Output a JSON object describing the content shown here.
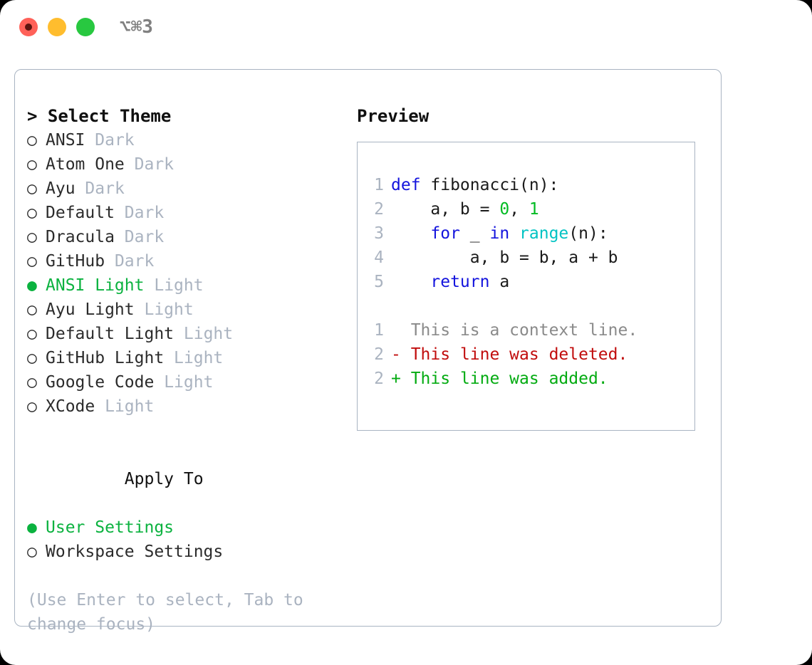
{
  "titlebar": {
    "shortcut": "⌥⌘3",
    "buttons": [
      "close",
      "minimize",
      "maximize"
    ]
  },
  "theme_list": {
    "title": "> Select Theme",
    "options": [
      {
        "bullet": "○",
        "name": "ANSI",
        "kind": "Dark",
        "selected": false
      },
      {
        "bullet": "○",
        "name": "Atom One",
        "kind": "Dark",
        "selected": false
      },
      {
        "bullet": "○",
        "name": "Ayu",
        "kind": "Dark",
        "selected": false
      },
      {
        "bullet": "○",
        "name": "Default",
        "kind": "Dark",
        "selected": false
      },
      {
        "bullet": "○",
        "name": "Dracula",
        "kind": "Dark",
        "selected": false
      },
      {
        "bullet": "○",
        "name": "GitHub",
        "kind": "Dark",
        "selected": false
      },
      {
        "bullet": "●",
        "name": "ANSI Light",
        "kind": "Light",
        "selected": true
      },
      {
        "bullet": "○",
        "name": "Ayu Light",
        "kind": "Light",
        "selected": false
      },
      {
        "bullet": "○",
        "name": "Default Light",
        "kind": "Light",
        "selected": false
      },
      {
        "bullet": "○",
        "name": "GitHub Light",
        "kind": "Light",
        "selected": false
      },
      {
        "bullet": "○",
        "name": "Google Code",
        "kind": "Light",
        "selected": false
      },
      {
        "bullet": "○",
        "name": "XCode",
        "kind": "Light",
        "selected": false
      }
    ]
  },
  "apply_to": {
    "heading": "Apply To",
    "options": [
      {
        "bullet": "●",
        "name": "User Settings",
        "selected": true
      },
      {
        "bullet": "○",
        "name": "Workspace Settings",
        "selected": false
      }
    ]
  },
  "hint": "(Use Enter to select, Tab to change focus)",
  "preview": {
    "title": "Preview",
    "code": [
      {
        "ln": "1",
        "tokens": [
          {
            "t": "def",
            "c": "kw"
          },
          {
            "t": " fibonacci(n):",
            "c": "pl"
          }
        ]
      },
      {
        "ln": "2",
        "tokens": [
          {
            "t": "    a, b = ",
            "c": "pl"
          },
          {
            "t": "0",
            "c": "num"
          },
          {
            "t": ", ",
            "c": "pl"
          },
          {
            "t": "1",
            "c": "num"
          }
        ]
      },
      {
        "ln": "3",
        "tokens": [
          {
            "t": "    ",
            "c": "pl"
          },
          {
            "t": "for",
            "c": "kw"
          },
          {
            "t": " _ ",
            "c": "pl"
          },
          {
            "t": "in",
            "c": "kw"
          },
          {
            "t": " ",
            "c": "pl"
          },
          {
            "t": "range",
            "c": "bi"
          },
          {
            "t": "(n):",
            "c": "pl"
          }
        ]
      },
      {
        "ln": "4",
        "tokens": [
          {
            "t": "        a, b = b, a + b",
            "c": "pl"
          }
        ]
      },
      {
        "ln": "5",
        "tokens": [
          {
            "t": "    ",
            "c": "pl"
          },
          {
            "t": "return",
            "c": "kw"
          },
          {
            "t": " a",
            "c": "pl"
          }
        ]
      }
    ],
    "diff": [
      {
        "ln": "1",
        "marker": "  ",
        "text": "This is a context line.",
        "cls": "d-ctx"
      },
      {
        "ln": "2",
        "marker": "- ",
        "text": "This line was deleted.",
        "cls": "d-del"
      },
      {
        "ln": "2",
        "marker": "+ ",
        "text": "This line was added.",
        "cls": "d-add"
      }
    ]
  },
  "colors": {
    "selected_green": "#0bb23f",
    "muted": "#aab3c0",
    "keyword_blue": "#1414dd",
    "number_green": "#00bb22",
    "builtin_cyan": "#00c3c3",
    "diff_added": "#03ab11",
    "diff_deleted": "#c10d0d",
    "border": "#a9b4c2"
  }
}
